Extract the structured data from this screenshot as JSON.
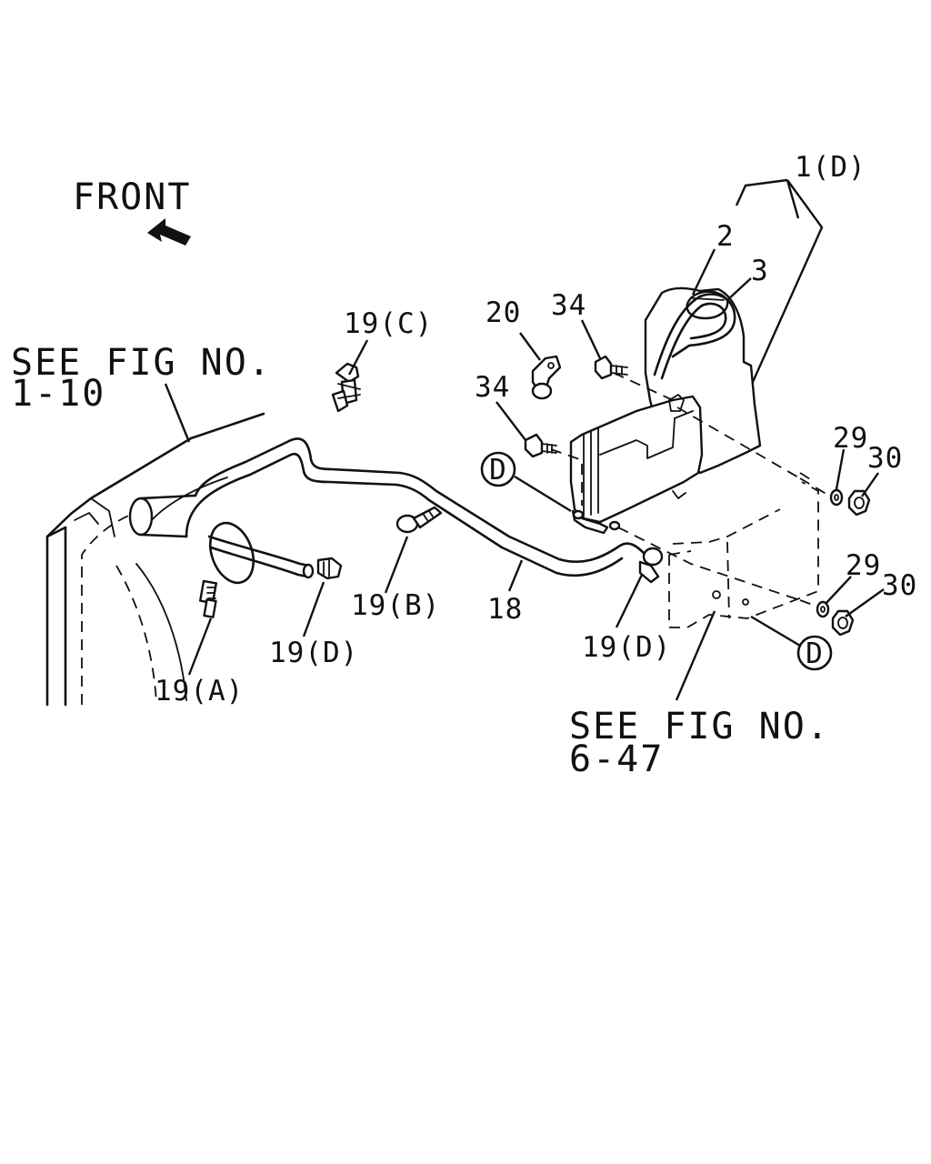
{
  "front": {
    "label": "FRONT"
  },
  "references": {
    "fig_1_line1": "SEE FIG NO.",
    "fig_1_line2": "1-10",
    "fig_6_line1": "SEE FIG NO.",
    "fig_6_line2": "6-47"
  },
  "callouts": {
    "c_1d": "1(D)",
    "c_2": "2",
    "c_3": "3",
    "c_20": "20",
    "c_34_upper": "34",
    "c_34_lower": "34",
    "c_19c": "19(C)",
    "c_29_upper": "29",
    "c_30_upper": "30",
    "c_29_lower": "29",
    "c_30_lower": "30",
    "c_18": "18",
    "c_19b": "19(B)",
    "c_19d_left": "19(D)",
    "c_19d_right": "19(D)",
    "c_19a": "19(A)",
    "marker_d_left": "D",
    "marker_d_right": "D"
  }
}
